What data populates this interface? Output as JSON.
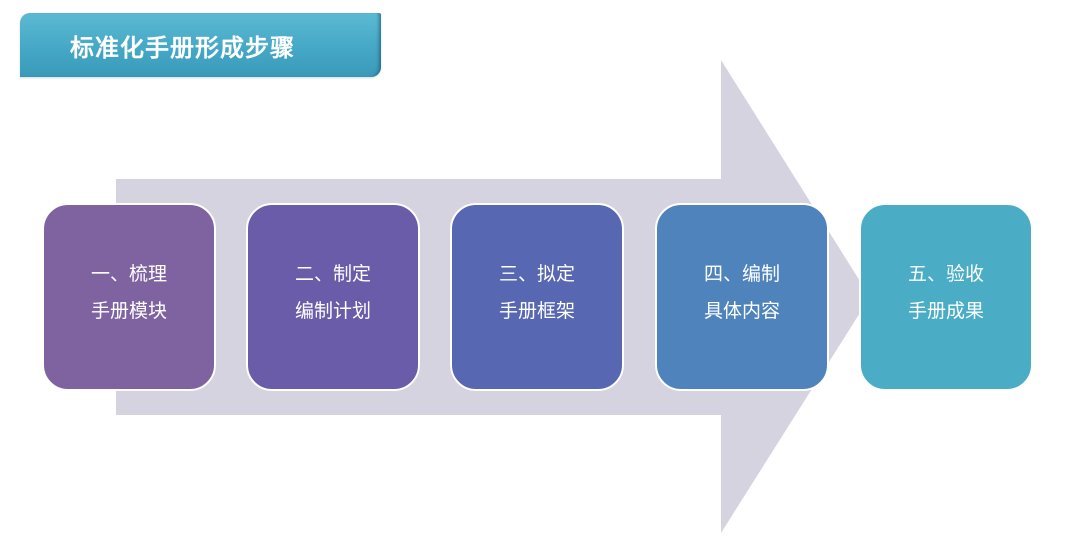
{
  "title": "标准化手册形成步骤",
  "colors": {
    "banner": "#45a8c6",
    "arrow": "#d6d3e0",
    "text": "#ffffff"
  },
  "steps": [
    {
      "line1": "一、梳理",
      "line2": "手册模块",
      "color": "#7f63a1"
    },
    {
      "line1": "二、制定",
      "line2": "编制计划",
      "color": "#6a5ca8"
    },
    {
      "line1": "三、拟定",
      "line2": "手册框架",
      "color": "#5767b1"
    },
    {
      "line1": "四、编制",
      "line2": "具体内容",
      "color": "#4f83bb"
    },
    {
      "line1": "五、验收",
      "line2": "手册成果",
      "color": "#4aadc5"
    }
  ]
}
